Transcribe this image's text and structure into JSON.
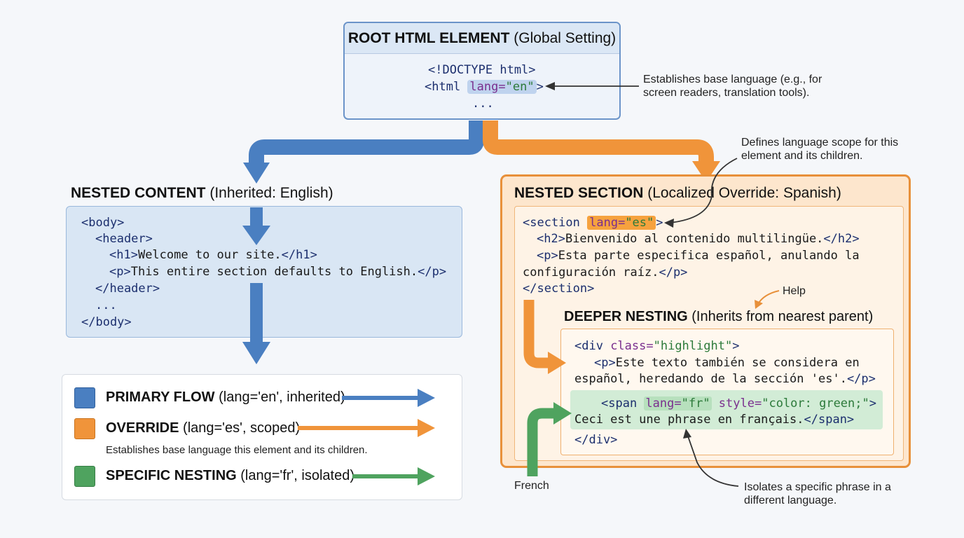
{
  "colors": {
    "primary_blue": "#4a7fc1",
    "override_orange": "#f0943a",
    "nesting_green": "#4fa35f"
  },
  "root": {
    "title_bold": "ROOT HTML ELEMENT",
    "title_rest": "(Global Setting)",
    "line1": "<!DOCTYPE html>",
    "line2_open": "<html ",
    "line2_attr": "lang=",
    "line2_val": "\"en\"",
    "line2_close": ">",
    "line3": "...",
    "note": "Establishes base language (e.g., for screen readers, translation tools)."
  },
  "nested_content": {
    "title_bold": "NESTED CONTENT",
    "title_rest": "(Inherited: English)",
    "l1": "<body>",
    "l2": "<header>",
    "l3_open": "<h1>",
    "l3_text": "Welcome to our site.",
    "l3_close": "</h1>",
    "l4_open": "<p>",
    "l4_text": "This entire section defaults to English.",
    "l4_close": "</p>",
    "l5": "</header>",
    "l6": "...",
    "l7": "</body>"
  },
  "nested_section": {
    "title_bold": "NESTED SECTION",
    "title_rest": "(Localized Override: Spanish)",
    "scope_note": "Defines language scope for this element and its children.",
    "l1_open": "<section ",
    "l1_attr": "lang=",
    "l1_val": "\"es\"",
    "l1_close": ">",
    "l2_open": "<h2>",
    "l2_text": "Bienvenido al contenido multilingüe.",
    "l2_close": "</h2>",
    "l3_open": "<p>",
    "l3_text": "Esta parte especifica español, anulando la",
    "l4_text": "configuración raíz.",
    "l4_close": "</p>",
    "l5": "</section>",
    "help_label": "Help"
  },
  "deeper": {
    "title_bold": "DEEPER NESTING",
    "title_rest": "(Inherits from nearest parent)",
    "l1_open": "<div ",
    "l1_attr": "class=",
    "l1_val": "\"highlight\"",
    "l1_close": ">",
    "l2_open": "<p>",
    "l2_text": "Este texto también se considera en",
    "l3_text": "español, heredando de la sección 'es'.",
    "l3_close": "</p>",
    "l4_open": "<span ",
    "l4_attr": "lang=",
    "l4_val": "\"fr\"",
    "l4_attr2": " style=",
    "l4_val2": "\"color: green;\"",
    "l4_close": ">",
    "l5_text": "Ceci est une phrase en français.",
    "l5_close": "</span>",
    "l6": "</div>",
    "french_label": "French",
    "isolate_note": "Isolates a specific phrase in a different language."
  },
  "legend": {
    "primary_bold": "PRIMARY FLOW",
    "primary_rest": "(lang='en', inherited)",
    "override_bold": "OVERRIDE",
    "override_rest": "(lang='es', scoped)",
    "override_note": "Establishes base language this element and its children.",
    "specific_bold": "SPECIFIC NESTING",
    "specific_rest": "(lang='fr', isolated)"
  }
}
